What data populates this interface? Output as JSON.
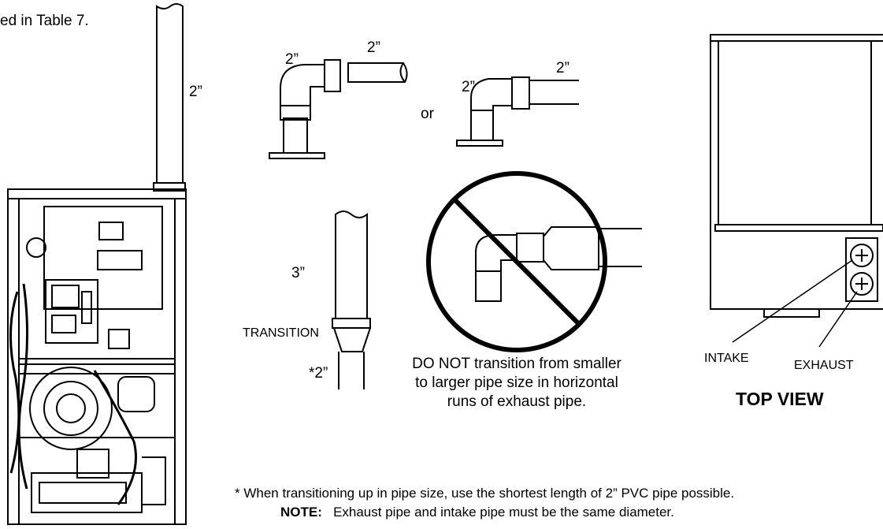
{
  "fragment_text": "ed in Table 7.",
  "vertical_pipe_size": "2”",
  "elbow_a": {
    "left_label": "2”",
    "right_label": "2”"
  },
  "or_text": "or",
  "elbow_b": {
    "left_label": "2”",
    "right_label": "2”"
  },
  "transition": {
    "upper_size": "3”",
    "label": "TRANSITION",
    "lower_size": "*2”"
  },
  "warning_lines": [
    "DO NOT transition from smaller",
    "to larger pipe size in horizontal",
    "runs of exhaust pipe."
  ],
  "top_view": {
    "intake_label": "INTAKE",
    "exhaust_label": "EXHAUST",
    "title": "TOP VIEW"
  },
  "footnote": "* When transitioning up in pipe size, use the shortest length of 2” PVC pipe possible.",
  "note": {
    "label": "NOTE:",
    "text": "Exhaust pipe and intake pipe must be the same diameter."
  }
}
